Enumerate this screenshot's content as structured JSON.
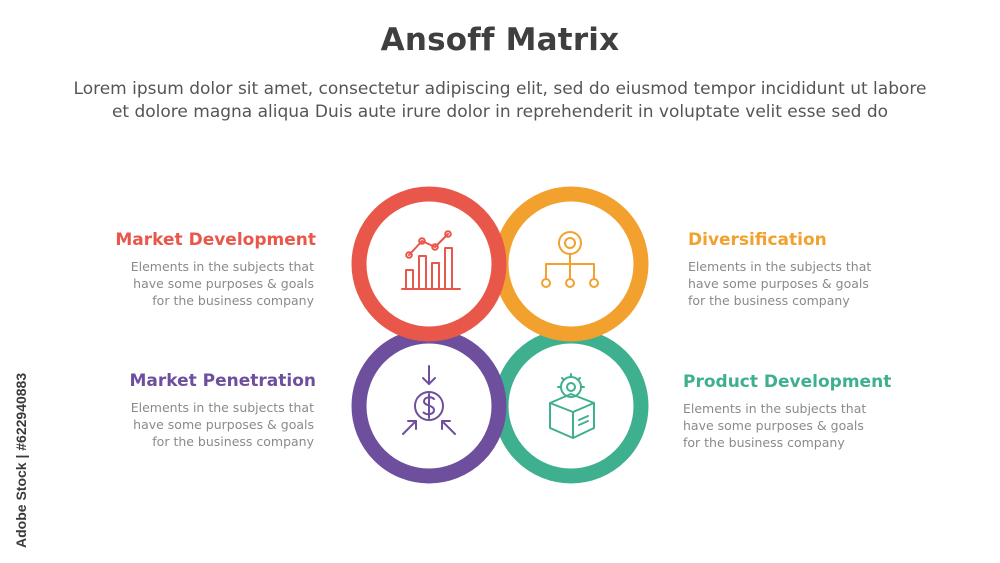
{
  "header": {
    "title": "Ansoff Matrix",
    "subtitle_lines": [
      "Lorem ipsum dolor sit amet, consectetur adipiscing elit, sed do eiusmod tempor incididunt ut labore",
      "et dolore magna aliqua Duis aute irure dolor in reprehenderit in voluptate velit esse sed do"
    ]
  },
  "quadrants": [
    {
      "id": "market-development",
      "title": "Market Development",
      "color": "#e8574a",
      "icon": "bar-chart-growth-icon",
      "lines": [
        "Elements in the subjects that",
        "have  some purposes & goals",
        "for the  business company"
      ]
    },
    {
      "id": "diversification",
      "title": "Diversification",
      "color": "#f2a12e",
      "icon": "hierarchy-network-icon",
      "lines": [
        "Elements in the subjects that",
        "have  some purposes & goals",
        "for the  business company"
      ]
    },
    {
      "id": "market-penetration",
      "title": "Market Penetration",
      "color": "#6e4f9e",
      "icon": "dollar-target-arrows-icon",
      "lines": [
        "Elements in the subjects that",
        "have  some purposes & goals",
        "for the  business company"
      ]
    },
    {
      "id": "product-development",
      "title": "Product Development",
      "color": "#3fb08f",
      "icon": "box-gear-icon",
      "lines": [
        "Elements in the subjects that",
        "have  some purposes & goals",
        "for the  business company"
      ]
    }
  ],
  "watermark": {
    "side_credit": "Adobe Stock | #622940883"
  }
}
